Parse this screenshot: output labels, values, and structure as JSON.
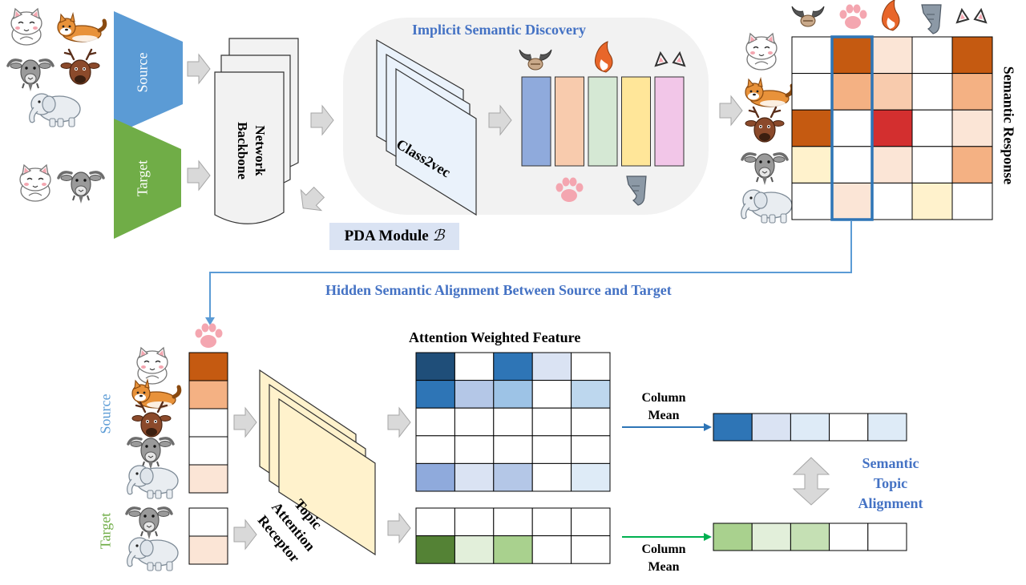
{
  "colors": {
    "source_blue": "#5B9BD5",
    "target_green": "#70AD47",
    "accent_text_blue": "#4472C4",
    "highlight_column": "#2E75B6",
    "paw_pink": "#F4A6B0"
  },
  "texts": {
    "implicit_semantic_discovery": "Implicit  Semantic  Discovery",
    "source_trap": "Source",
    "target_trap": "Target",
    "network_backbone_1": "Network",
    "network_backbone_2": "Backbone",
    "class2vec": "Class2vec",
    "pda_module": "PDA Module",
    "pda_symbol": "ℬ",
    "semantic_response": "Semantic  Response",
    "hidden_semantic_alignment": "Hidden  Semantic  Alignment  Between  Source  and  Target",
    "attention_weighted_feature": "Attention  Weighted  Feature",
    "source_side": "Source",
    "target_side": "Target",
    "topic_1": "Topic",
    "topic_2": "Attention",
    "topic_3": "Receptor",
    "column_mean_1a": "Column",
    "column_mean_1b": "Mean",
    "column_mean_2a": "Column",
    "column_mean_2b": "Mean",
    "semantic_topic_1": "Semantic",
    "semantic_topic_2": "Topic",
    "semantic_topic_3": "Alignment"
  },
  "semantic_response_grid": [
    [
      "#FFFFFF",
      "#C55A11",
      "#FBE5D6",
      "#FFFFFF",
      "#C55A11"
    ],
    [
      "#FFFFFF",
      "#F4B183",
      "#F8CBAD",
      "#FFFFFF",
      "#F4B183"
    ],
    [
      "#C55A11",
      "#FFFFFF",
      "#D32F2F",
      "#FFFFFF",
      "#FBE5D6"
    ],
    [
      "#FFF2CC",
      "#FFFFFF",
      "#FBE5D6",
      "#FFFFFF",
      "#F4B183"
    ],
    [
      "#FFFFFF",
      "#FBE5D6",
      "#FFFFFF",
      "#FFF2CC",
      "#FFFFFF"
    ]
  ],
  "class2vec_bars": [
    "#8FAADC",
    "#F8CBAD",
    "#D5E8D4",
    "#FFE699",
    "#F2C6E8"
  ],
  "source_column": [
    "#C55A11",
    "#F4B183",
    "#FFFFFF",
    "#FFFFFF",
    "#FBE5D6"
  ],
  "target_column": [
    "#FFFFFF",
    "#FBE5D6"
  ],
  "attention_source_grid": [
    [
      "#1F4E79",
      "#FFFFFF",
      "#2E75B6",
      "#DAE3F3",
      "#FFFFFF"
    ],
    [
      "#2E75B6",
      "#B4C7E7",
      "#9DC3E6",
      "#FFFFFF",
      "#BDD7EE"
    ],
    [
      "#FFFFFF",
      "#FFFFFF",
      "#FFFFFF",
      "#FFFFFF",
      "#FFFFFF"
    ],
    [
      "#FFFFFF",
      "#FFFFFF",
      "#FFFFFF",
      "#FFFFFF",
      "#FFFFFF"
    ],
    [
      "#8FAADC",
      "#DAE3F3",
      "#B4C7E7",
      "#FFFFFF",
      "#DEEBF7"
    ]
  ],
  "attention_target_grid": [
    [
      "#FFFFFF",
      "#FFFFFF",
      "#FFFFFF",
      "#FFFFFF",
      "#FFFFFF"
    ],
    [
      "#548235",
      "#E2EFDA",
      "#A9D18E",
      "#FFFFFF",
      "#FFFFFF"
    ]
  ],
  "mean_source_row": [
    "#2E75B6",
    "#DAE3F3",
    "#DEEBF7",
    "#FFFFFF",
    "#DEEBF7"
  ],
  "mean_target_row": [
    "#A9D18E",
    "#E2EFDA",
    "#C5E0B4",
    "#FFFFFF",
    "#FFFFFF"
  ]
}
